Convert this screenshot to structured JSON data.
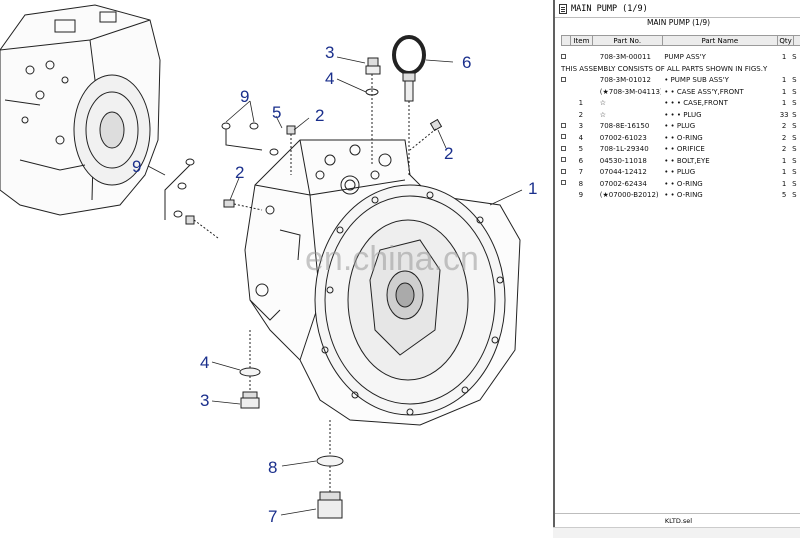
{
  "panel": {
    "window_title": "MAIN PUMP  (1/9)",
    "table_title": "MAIN PUMP (1/9)",
    "columns": [
      "Item",
      "Part No.",
      "Part Name",
      "Qty"
    ],
    "rows": [
      {
        "chk": true,
        "item": "",
        "part": "708-3M-00011",
        "name": "PUMP ASS'Y",
        "qty": "1",
        "s": "S"
      },
      {
        "note": "THIS ASSEMBLY CONSISTS OF ALL PARTS SHOWN IN FIGS.Y"
      },
      {
        "chk": true,
        "item": "",
        "part": "708-3M-01012",
        "name": "• PUMP SUB ASS'Y",
        "qty": "1",
        "s": "S"
      },
      {
        "chk": false,
        "item": "",
        "part": "(★708-3M-04113)",
        "name": "• • CASE ASS'Y,FRONT",
        "qty": "1",
        "s": "S"
      },
      {
        "chk": false,
        "item": "1",
        "part": "☆",
        "name": "• • • CASE,FRONT",
        "qty": "1",
        "s": "S"
      },
      {
        "chk": false,
        "item": "2",
        "part": "☆",
        "name": "• • • PLUG",
        "qty": "33",
        "s": "S"
      },
      {
        "chk": true,
        "item": "3",
        "part": "708-8E-16150",
        "name": "• • PLUG",
        "qty": "2",
        "s": "S"
      },
      {
        "chk": true,
        "item": "4",
        "part": "07002-61023",
        "name": "• • O-RING",
        "qty": "2",
        "s": "S"
      },
      {
        "chk": true,
        "item": "5",
        "part": "708-1L-29340",
        "name": "• • ORIFICE",
        "qty": "2",
        "s": "S"
      },
      {
        "chk": true,
        "item": "6",
        "part": "04530-11018",
        "name": "• • BOLT,EYE",
        "qty": "1",
        "s": "S"
      },
      {
        "chk": true,
        "item": "7",
        "part": "07044-12412",
        "name": "• • PLUG",
        "qty": "1",
        "s": "S"
      },
      {
        "chk": true,
        "item": "8",
        "part": "07002-62434",
        "name": "• • O-RING",
        "qty": "1",
        "s": "S"
      },
      {
        "chk": false,
        "item": "9",
        "part": "(★07000-B2012)",
        "name": "• • O-RING",
        "qty": "5",
        "s": "S"
      }
    ],
    "status": "KLTD.sel"
  },
  "diagram": {
    "watermark": "en.china.cn",
    "callouts": {
      "c1": "1",
      "c2a": "2",
      "c2b": "2",
      "c2c": "2",
      "c3a": "3",
      "c3b": "3",
      "c4a": "4",
      "c4b": "4",
      "c5": "5",
      "c6": "6",
      "c7": "7",
      "c8": "8",
      "c9a": "9",
      "c9b": "9"
    }
  }
}
